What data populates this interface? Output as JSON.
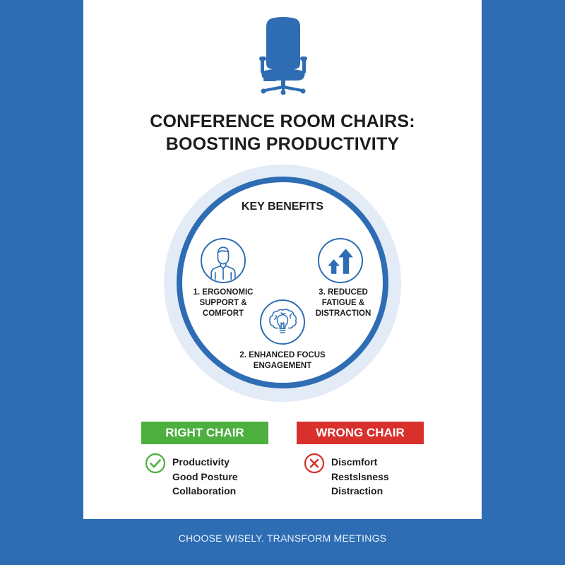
{
  "header": {
    "icon": "office-chair-icon",
    "title_line1": "CONFERENCE ROOM CHAIRS:",
    "title_line2": "BOOSTING PRODUCTIVITY"
  },
  "benefits": {
    "heading": "KEY BENEFITS",
    "items": [
      {
        "icon": "person-icon",
        "label": "1. ERGONOMIC\nSUPPORT &\nCOMFORT"
      },
      {
        "icon": "brain-lightbulb-icon",
        "label": "2. ENHANCED FOCUS\nENGAGEMENT"
      },
      {
        "icon": "arrows-up-icon",
        "label": "3. REDUCED\nFATIGUE &\nDISTRACTION"
      }
    ]
  },
  "comparison": {
    "right": {
      "label": "RIGHT CHAIR",
      "icon": "check-circle-icon",
      "items": [
        "Productivity",
        "Good Posture",
        "Collaboration"
      ]
    },
    "wrong": {
      "label": "WRONG CHAIR",
      "icon": "x-circle-icon",
      "items": [
        "Discmfort",
        "Restslsness",
        "Distraction"
      ]
    }
  },
  "footer": {
    "tagline": "CHOOSE WISELY. TRANSFORM MEETINGS"
  },
  "colors": {
    "brand_blue": "#2e6db4",
    "ring_light": "#e3ebf6",
    "right_green": "#4caf3e",
    "wrong_red": "#d9302c",
    "text_dark": "#1c1c1c"
  }
}
